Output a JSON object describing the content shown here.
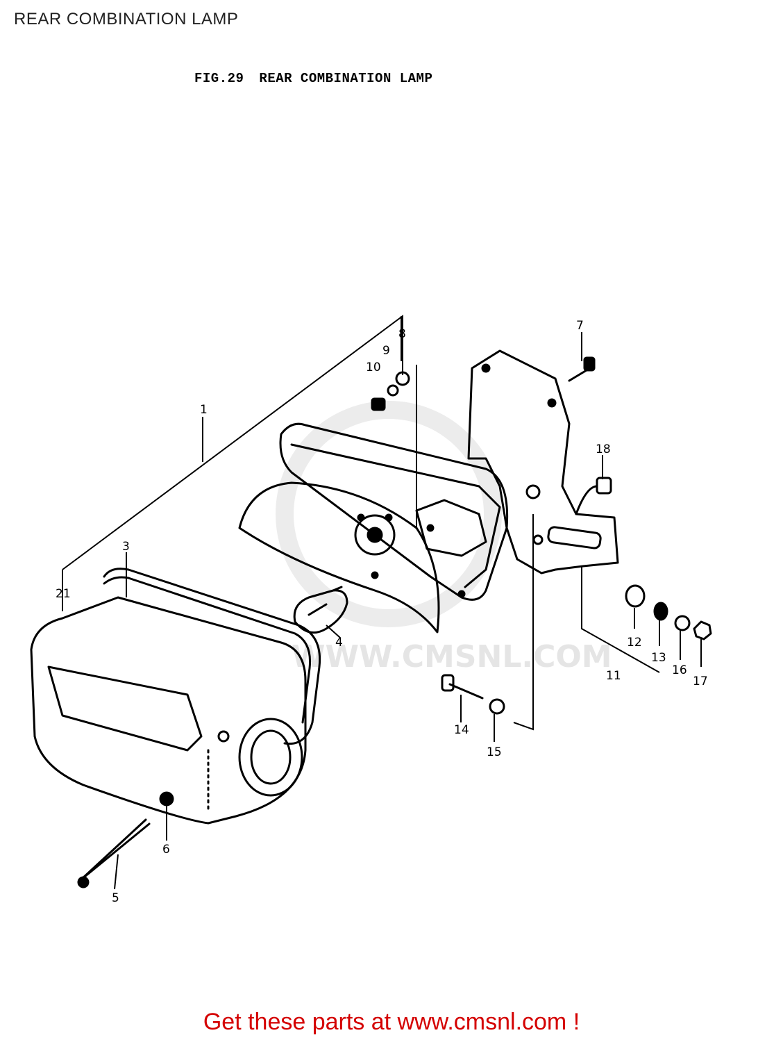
{
  "header": {
    "title": "REAR COMBINATION LAMP"
  },
  "figure": {
    "number": "FIG.29",
    "caption": "REAR COMBINATION LAMP"
  },
  "watermark": {
    "text": "WWW.CMSNL.COM"
  },
  "callouts": [
    {
      "id": "1",
      "label": "1"
    },
    {
      "id": "3",
      "label": "3"
    },
    {
      "id": "4",
      "label": "4"
    },
    {
      "id": "5",
      "label": "5"
    },
    {
      "id": "6",
      "label": "6"
    },
    {
      "id": "7",
      "label": "7"
    },
    {
      "id": "8",
      "label": "8"
    },
    {
      "id": "9",
      "label": "9"
    },
    {
      "id": "10",
      "label": "10"
    },
    {
      "id": "11",
      "label": "11"
    },
    {
      "id": "12",
      "label": "12"
    },
    {
      "id": "13",
      "label": "13"
    },
    {
      "id": "14",
      "label": "14"
    },
    {
      "id": "15",
      "label": "15"
    },
    {
      "id": "16",
      "label": "16"
    },
    {
      "id": "17",
      "label": "17"
    },
    {
      "id": "18",
      "label": "18"
    },
    {
      "id": "21",
      "label": "21"
    }
  ],
  "footer": {
    "banner": "Get these parts at www.cmsnl.com !",
    "banner_color": "#d40000"
  }
}
